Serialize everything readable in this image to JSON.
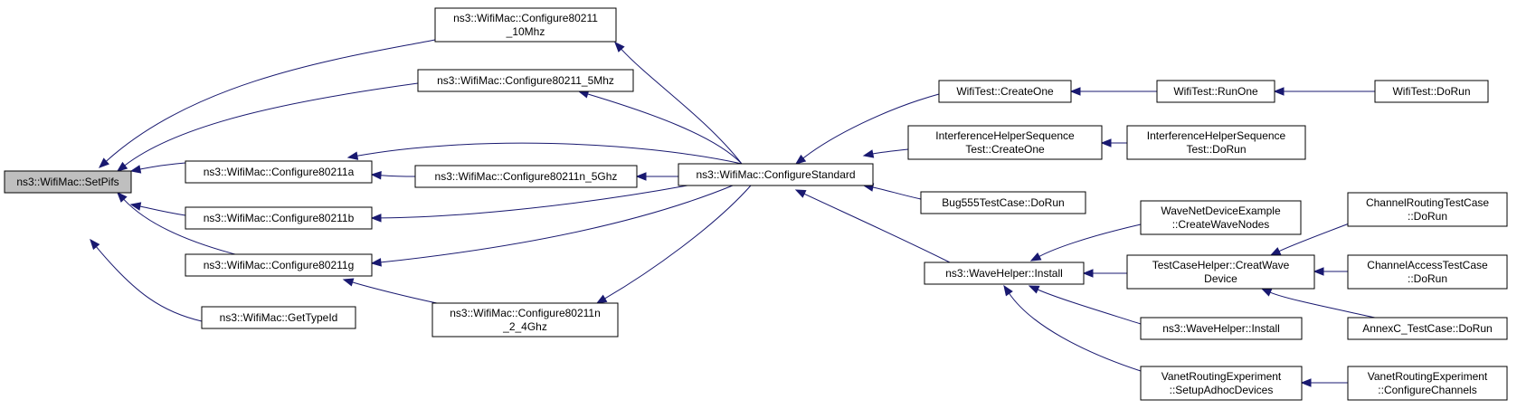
{
  "colors": {
    "edge": "#191970",
    "root_fill": "#bfbfbf",
    "node_fill": "#ffffff",
    "node_border": "#000000"
  },
  "nodes": [
    {
      "id": "setpifs",
      "lines": [
        "ns3::WifiMac::SetPifs"
      ],
      "root": true
    },
    {
      "id": "c10",
      "lines": [
        "ns3::WifiMac::Configure80211",
        "_10Mhz"
      ]
    },
    {
      "id": "c5",
      "lines": [
        "ns3::WifiMac::Configure80211_5Mhz"
      ]
    },
    {
      "id": "ca",
      "lines": [
        "ns3::WifiMac::Configure80211a"
      ]
    },
    {
      "id": "cn5",
      "lines": [
        "ns3::WifiMac::Configure80211n_5Ghz"
      ]
    },
    {
      "id": "cb",
      "lines": [
        "ns3::WifiMac::Configure80211b"
      ]
    },
    {
      "id": "cg",
      "lines": [
        "ns3::WifiMac::Configure80211g"
      ]
    },
    {
      "id": "gettypeid",
      "lines": [
        "ns3::WifiMac::GetTypeId"
      ]
    },
    {
      "id": "cn24",
      "lines": [
        "ns3::WifiMac::Configure80211n",
        "_2_4Ghz"
      ]
    },
    {
      "id": "cstd",
      "lines": [
        "ns3::WifiMac::ConfigureStandard"
      ]
    },
    {
      "id": "wt_create",
      "lines": [
        "WifiTest::CreateOne"
      ]
    },
    {
      "id": "wt_run",
      "lines": [
        "WifiTest::RunOne"
      ]
    },
    {
      "id": "wt_dorun",
      "lines": [
        "WifiTest::DoRun"
      ]
    },
    {
      "id": "ihs_create",
      "lines": [
        "InterferenceHelperSequence",
        "Test::CreateOne"
      ]
    },
    {
      "id": "ihs_dorun",
      "lines": [
        "InterferenceHelperSequence",
        "Test::DoRun"
      ]
    },
    {
      "id": "bug555",
      "lines": [
        "Bug555TestCase::DoRun"
      ]
    },
    {
      "id": "wave_install",
      "lines": [
        "ns3::WaveHelper::Install"
      ]
    },
    {
      "id": "wnde",
      "lines": [
        "WaveNetDeviceExample",
        "::CreateWaveNodes"
      ]
    },
    {
      "id": "tch",
      "lines": [
        "TestCaseHelper::CreatWave",
        "Device"
      ]
    },
    {
      "id": "wave_install2",
      "lines": [
        "ns3::WaveHelper::Install"
      ]
    },
    {
      "id": "vre_setup",
      "lines": [
        "VanetRoutingExperiment",
        "::SetupAdhocDevices"
      ]
    },
    {
      "id": "crtc",
      "lines": [
        "ChannelRoutingTestCase",
        "::DoRun"
      ]
    },
    {
      "id": "catc",
      "lines": [
        "ChannelAccessTestCase",
        "::DoRun"
      ]
    },
    {
      "id": "annexc",
      "lines": [
        "AnnexC_TestCase::DoRun"
      ]
    },
    {
      "id": "vre_conf",
      "lines": [
        "VanetRoutingExperiment",
        "::ConfigureChannels"
      ]
    }
  ],
  "edges": [
    [
      "c10",
      "setpifs"
    ],
    [
      "c5",
      "setpifs"
    ],
    [
      "ca",
      "setpifs"
    ],
    [
      "cb",
      "setpifs"
    ],
    [
      "cg",
      "setpifs"
    ],
    [
      "gettypeid",
      "setpifs"
    ],
    [
      "cn5",
      "ca"
    ],
    [
      "cn24",
      "cg"
    ],
    [
      "cstd",
      "c10"
    ],
    [
      "cstd",
      "c5"
    ],
    [
      "cstd",
      "ca"
    ],
    [
      "cstd",
      "cn5"
    ],
    [
      "cstd",
      "cb"
    ],
    [
      "cstd",
      "cg"
    ],
    [
      "cstd",
      "cn24"
    ],
    [
      "wt_create",
      "cstd"
    ],
    [
      "ihs_create",
      "cstd"
    ],
    [
      "bug555",
      "cstd"
    ],
    [
      "wave_install",
      "cstd"
    ],
    [
      "wt_run",
      "wt_create"
    ],
    [
      "wt_dorun",
      "wt_run"
    ],
    [
      "ihs_dorun",
      "ihs_create"
    ],
    [
      "wnde",
      "wave_install"
    ],
    [
      "tch",
      "wave_install"
    ],
    [
      "wave_install2",
      "wave_install"
    ],
    [
      "vre_setup",
      "wave_install"
    ],
    [
      "crtc",
      "tch"
    ],
    [
      "catc",
      "tch"
    ],
    [
      "annexc",
      "tch"
    ],
    [
      "vre_conf",
      "vre_setup"
    ]
  ]
}
